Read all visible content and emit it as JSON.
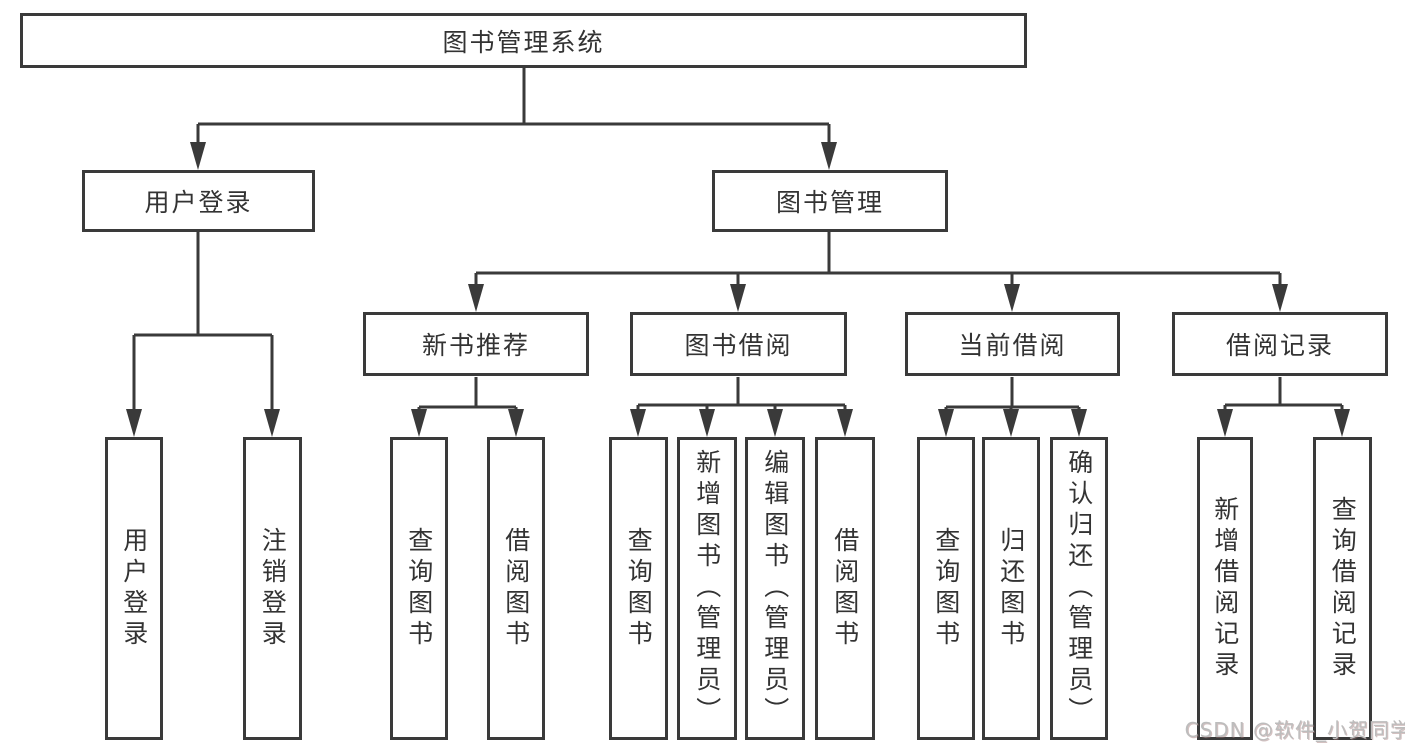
{
  "nodes": {
    "root": "图书管理系统",
    "level2": {
      "user_login": "用户登录",
      "book_mgmt": "图书管理"
    },
    "level3": {
      "new_book": "新书推荐",
      "book_borrow": "图书借阅",
      "current_borrow": "当前借阅",
      "borrow_record": "借阅记录"
    },
    "leaves": {
      "user_login": [
        "用户登录",
        "注销登录"
      ],
      "new_book": [
        "查询图书",
        "借阅图书"
      ],
      "book_borrow": [
        "查询图书",
        "新增图书（管理员）",
        "编辑图书（管理员）",
        "借阅图书"
      ],
      "current_borrow": [
        "查询图书",
        "归还图书",
        "确认归还（管理员）"
      ],
      "borrow_record": [
        "新增借阅记录",
        "查询借阅记录"
      ]
    }
  },
  "watermark": "CSDN @软件_小贺同学",
  "colors": {
    "line": "#3a3a3a",
    "text": "#333333",
    "background": "#ffffff",
    "watermark": "#bdbdbd"
  }
}
